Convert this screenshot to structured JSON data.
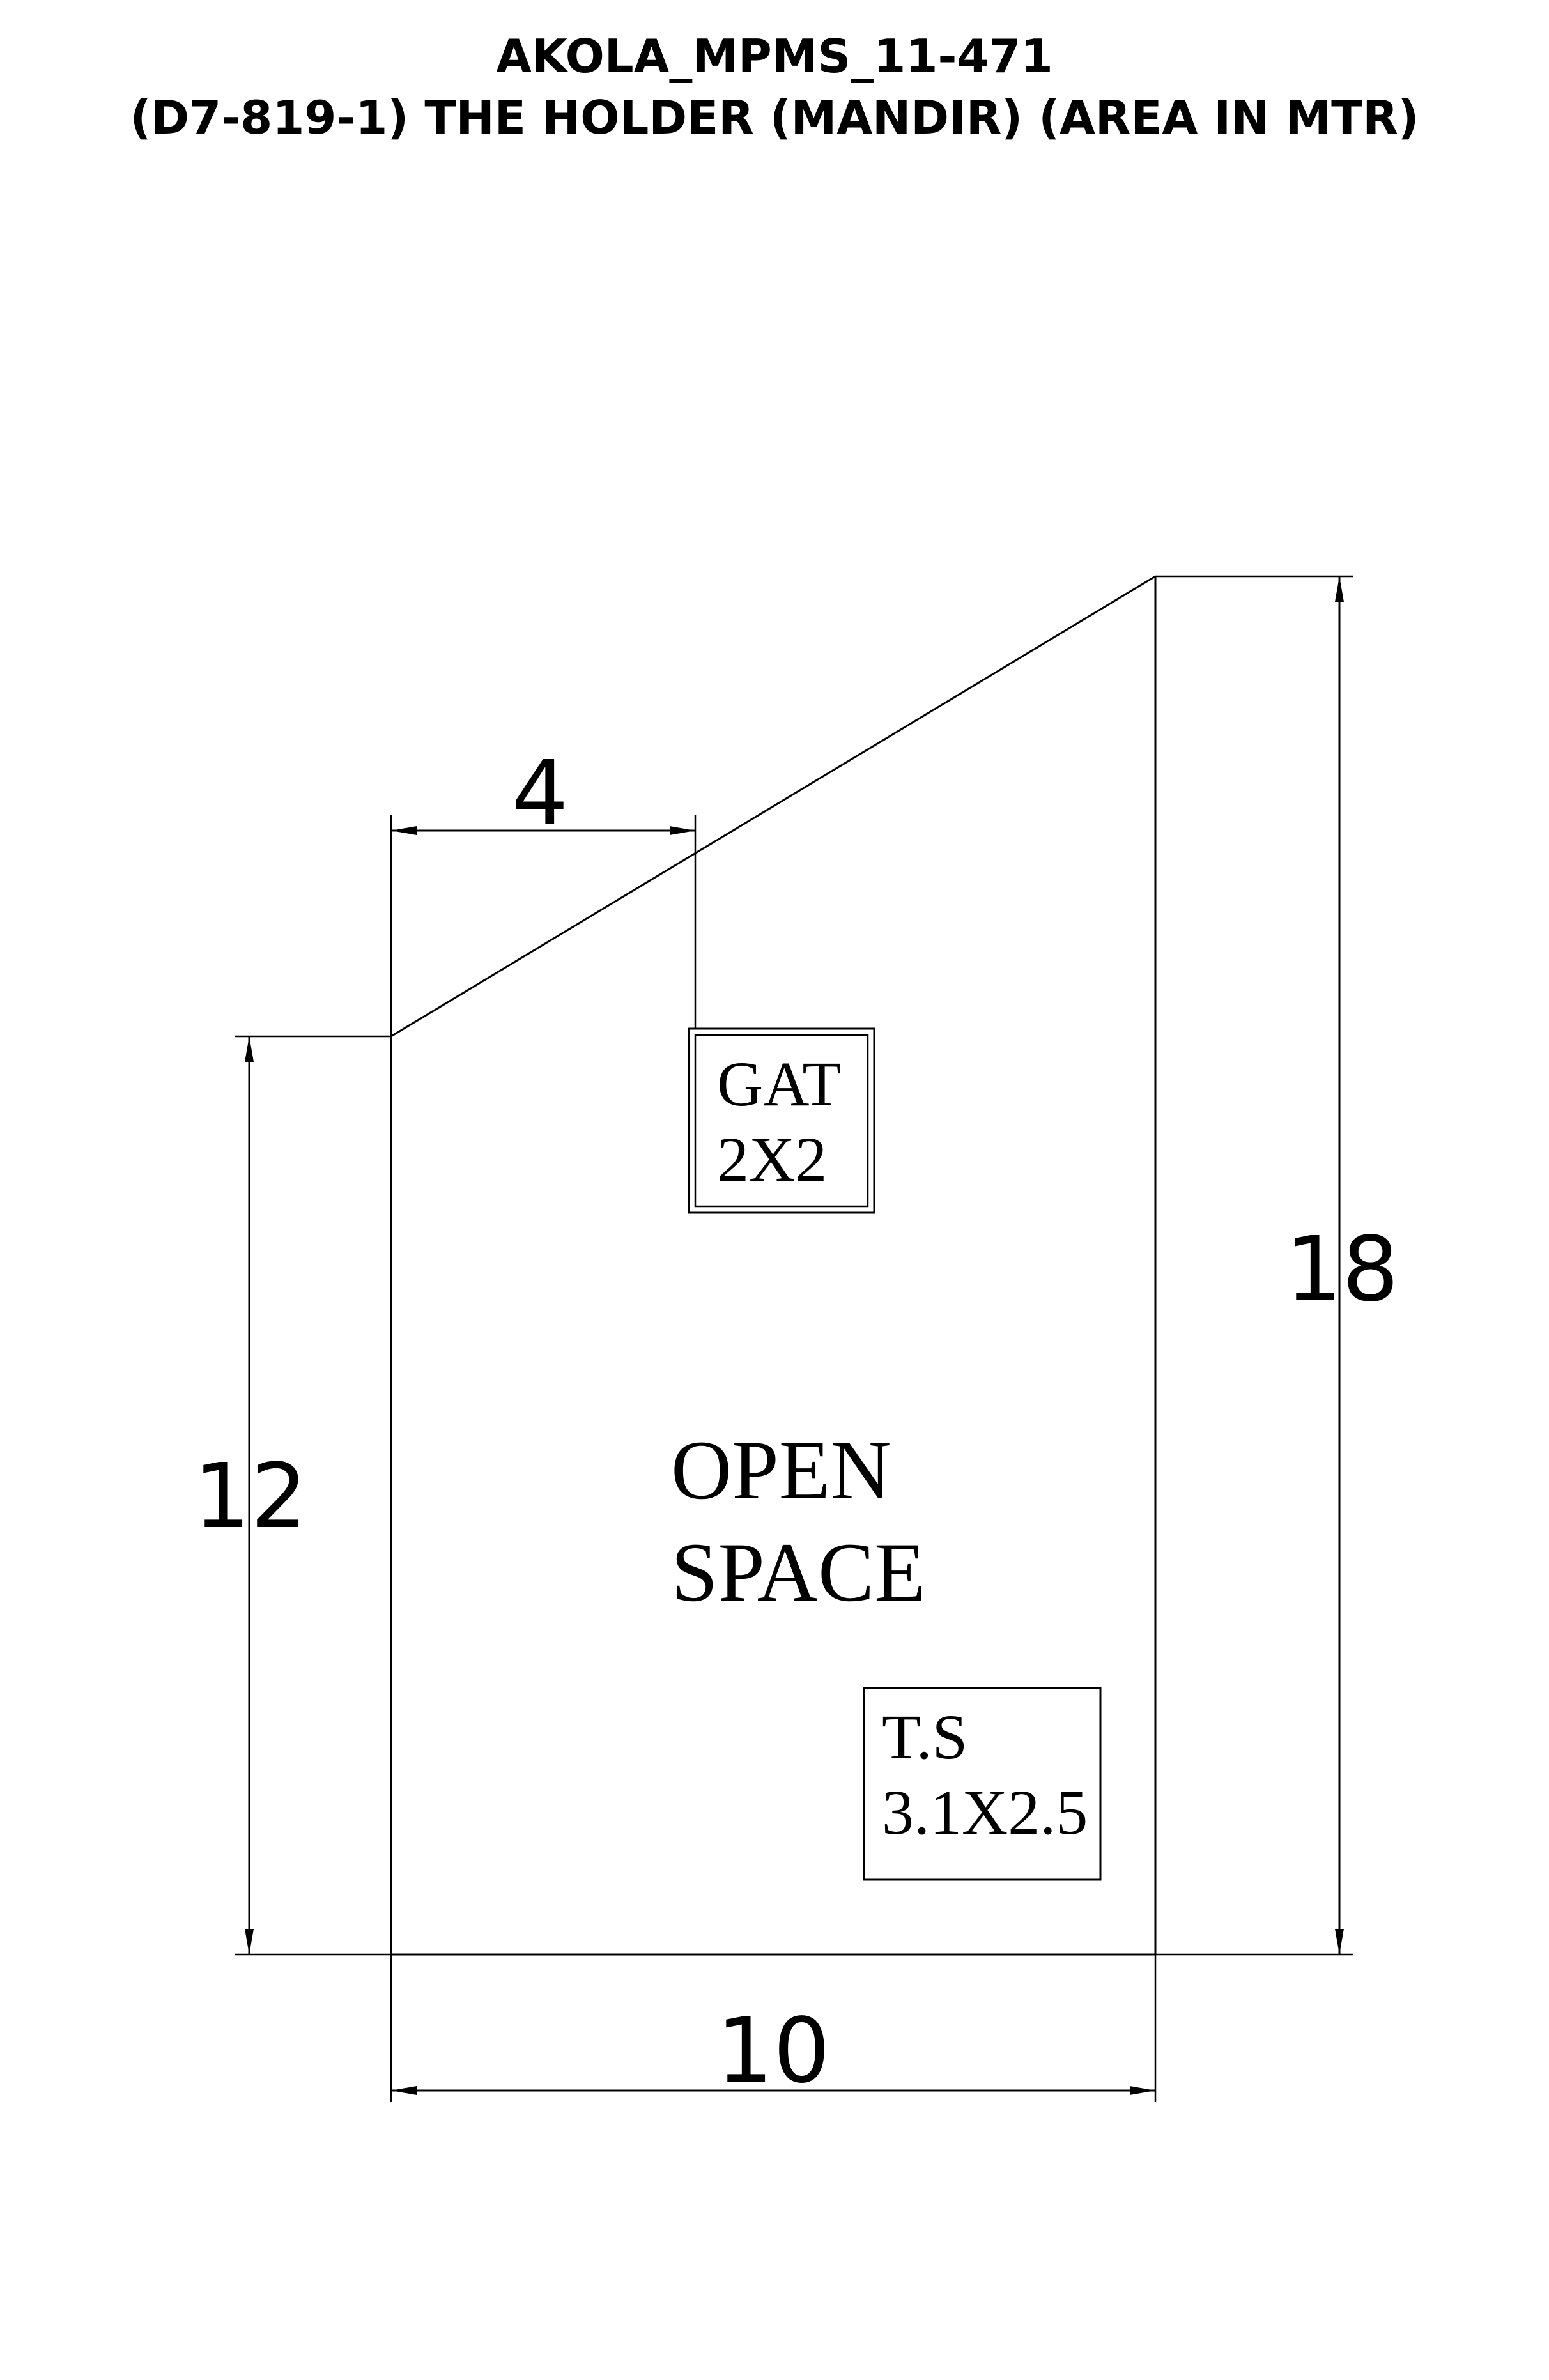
{
  "title": {
    "line1": "AKOLA_MPMS_11-471",
    "line2": "(D7-819-1) THE HOLDER (MANDIR) (AREA IN MTR)"
  },
  "dimensions": {
    "top_offset": "4",
    "left_side": "12",
    "right_side": "18",
    "bottom": "10"
  },
  "labels": {
    "gat": {
      "line1": "GAT",
      "line2": "2X2"
    },
    "open_space": {
      "line1": "OPEN",
      "line2": "SPACE"
    },
    "ts": {
      "line1": "T.S",
      "line2": "3.1X2.5"
    }
  }
}
